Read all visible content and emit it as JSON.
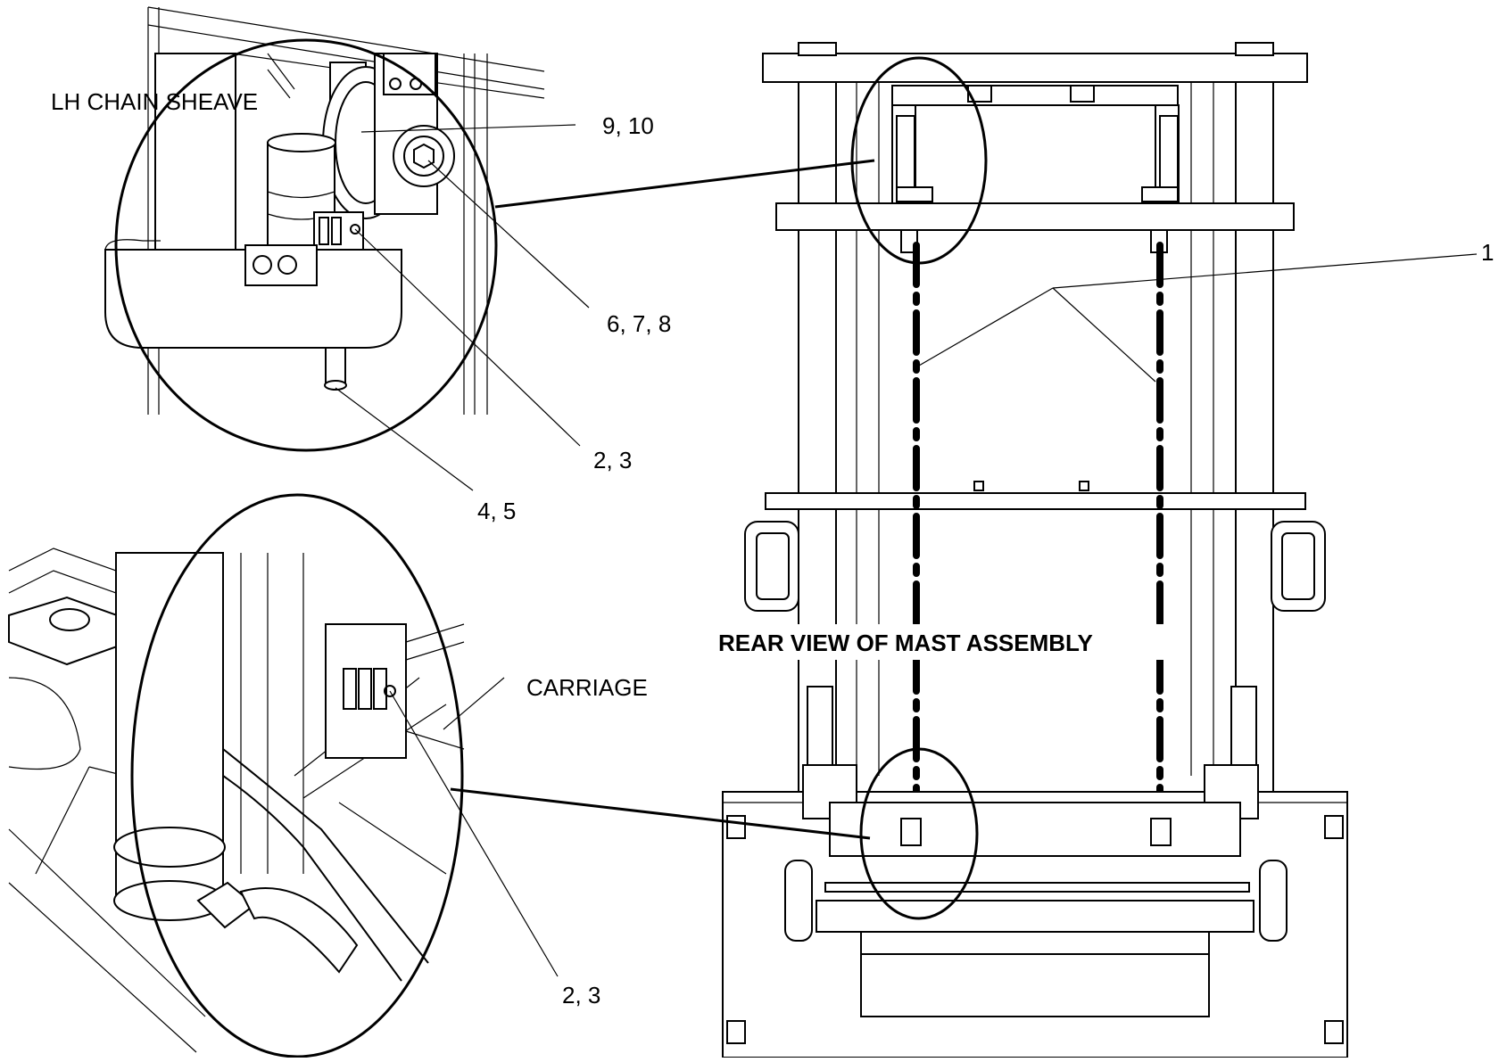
{
  "labels": {
    "detail_top_title": "LH CHAIN SHEAVE",
    "detail_bottom_title": "CARRIAGE",
    "main_view_title": "REAR VIEW OF MAST ASSEMBLY",
    "callout_9_10": "9, 10",
    "callout_6_7_8": "6, 7, 8",
    "callout_2_3_top": "2, 3",
    "callout_4_5": "4, 5",
    "callout_1": "1",
    "callout_2_3_bottom": "2, 3"
  },
  "colors": {
    "line": "#000000",
    "background": "#ffffff"
  }
}
